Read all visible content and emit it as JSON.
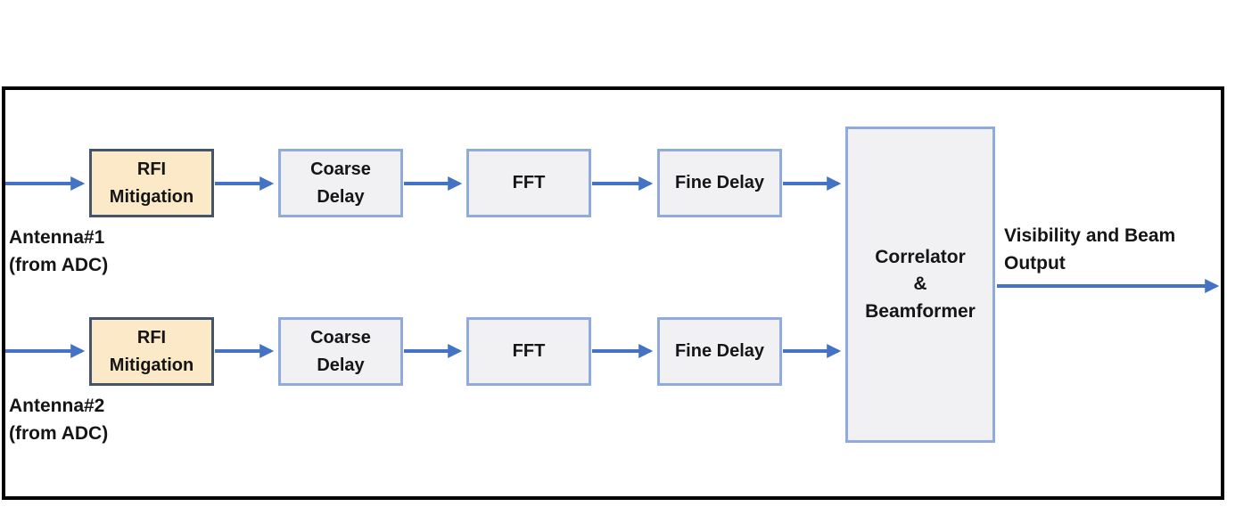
{
  "colors": {
    "arrow_blue": "#4472C4",
    "rfi_fill": "#FBE9C7",
    "rfi_border": "#44546A",
    "block_fill": "#F1F1F3",
    "block_border": "#8FAADC",
    "frame_border": "#000000",
    "text": "#151515"
  },
  "chains": [
    {
      "source_line1": "Antenna#1",
      "source_line2": "(from ADC)",
      "rfi_line1": "RFI",
      "rfi_line2": "Mitigation",
      "coarse_line1": "Coarse",
      "coarse_line2": "Delay",
      "fft_label": "FFT",
      "fine_label": "Fine Delay"
    },
    {
      "source_line1": "Antenna#2",
      "source_line2": "(from ADC)",
      "rfi_line1": "RFI",
      "rfi_line2": "Mitigation",
      "coarse_line1": "Coarse",
      "coarse_line2": "Delay",
      "fft_label": "FFT",
      "fine_label": "Fine Delay"
    }
  ],
  "combiner": {
    "line1": "Correlator",
    "line2": "&",
    "line3": "Beamformer"
  },
  "output": {
    "line1": "Visibility and Beam",
    "line2": "Output"
  }
}
